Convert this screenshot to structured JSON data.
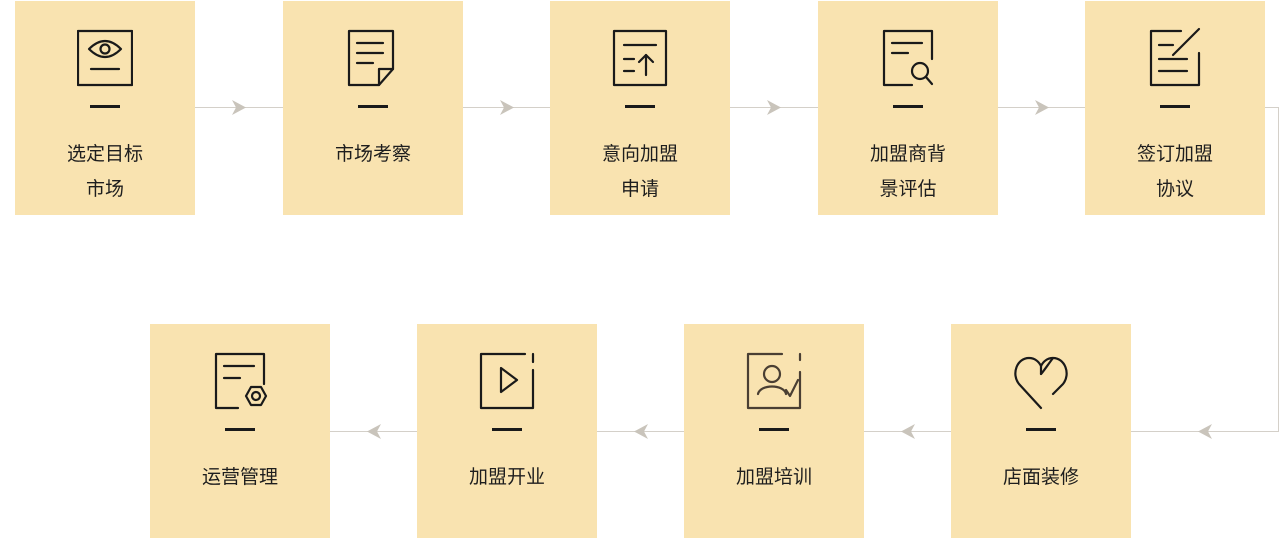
{
  "steps": [
    {
      "lines": [
        "选定目标",
        "市场"
      ],
      "icon": "eye-document-icon"
    },
    {
      "lines": [
        "市场考察"
      ],
      "icon": "note-page-icon"
    },
    {
      "lines": [
        "意向加盟",
        "申请"
      ],
      "icon": "upload-arrow-icon"
    },
    {
      "lines": [
        "加盟商背",
        "景评估"
      ],
      "icon": "magnify-document-icon"
    },
    {
      "lines": [
        "签订加盟",
        "协议"
      ],
      "icon": "pen-document-icon"
    },
    {
      "lines": [
        "店面装修"
      ],
      "icon": "heart-icon"
    },
    {
      "lines": [
        "加盟培训"
      ],
      "icon": "user-check-icon"
    },
    {
      "lines": [
        "加盟开业"
      ],
      "icon": "play-icon"
    },
    {
      "lines": [
        "运营管理"
      ],
      "icon": "gear-document-icon"
    }
  ],
  "colors": {
    "card": "#f9e3b0",
    "connector": "#d7d3cc",
    "ink": "#1a1a1a"
  }
}
